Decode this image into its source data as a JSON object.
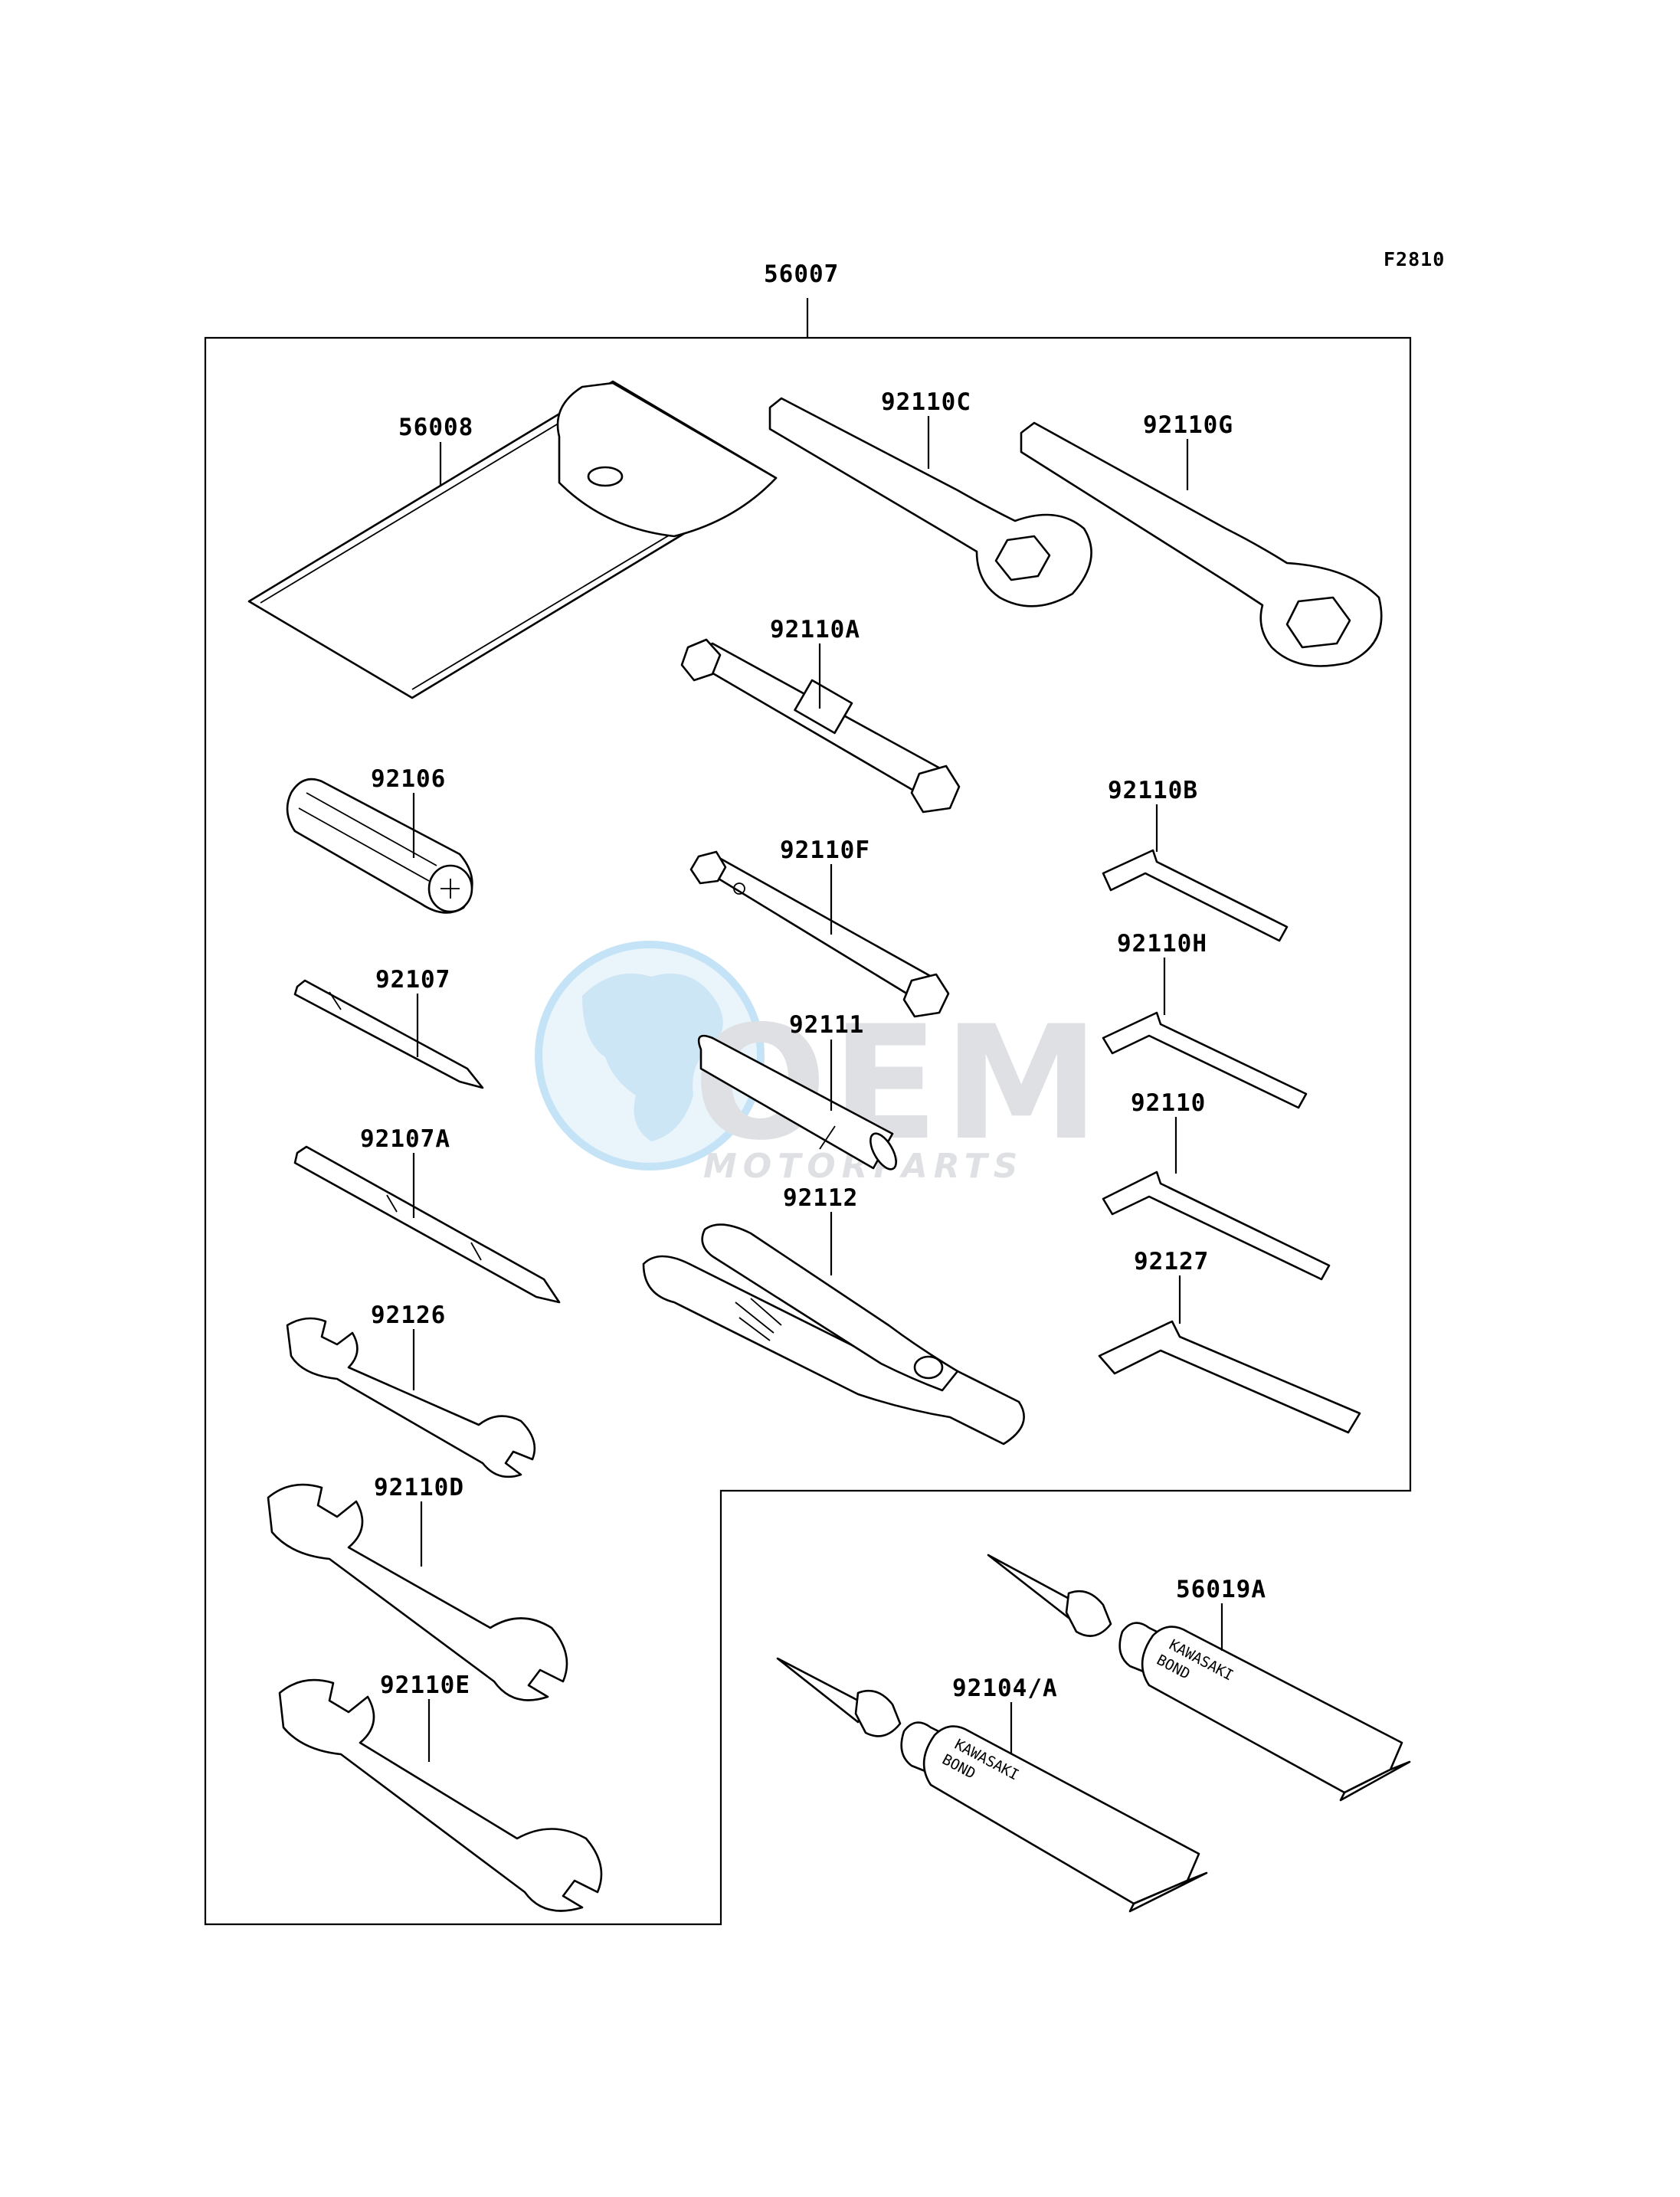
{
  "figure": {
    "ref": "F2810",
    "group": "56007"
  },
  "parts": {
    "p56008": "56008",
    "p92110C": "92110C",
    "p92110G": "92110G",
    "p92110A": "92110A",
    "p92106": "92106",
    "p92110B": "92110B",
    "p92110F": "92110F",
    "p92110H": "92110H",
    "p92107": "92107",
    "p92111": "92111",
    "p92110": "92110",
    "p92107A": "92107A",
    "p92112": "92112",
    "p92127": "92127",
    "p92126": "92126",
    "p92110D": "92110D",
    "p92110E": "92110E",
    "p56019A": "56019A",
    "p92104A": "92104/A"
  },
  "tube_print": {
    "line1": "KAWASAKI",
    "line2": "BOND"
  },
  "watermark": {
    "brand": "OEM",
    "sub": "MOTORPARTS",
    "color": "#6fb9e6"
  }
}
